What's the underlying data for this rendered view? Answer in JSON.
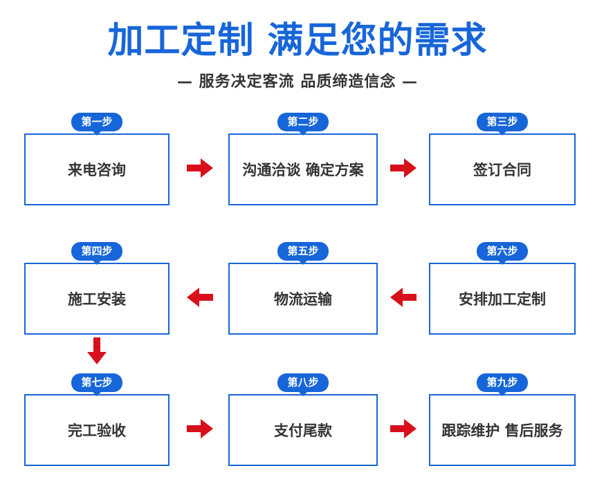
{
  "header": {
    "title": "加工定制 满足您的需求",
    "subtitle": "— 服务决定客流 品质缔造信念 —"
  },
  "colors": {
    "primary_blue": "#1766d9",
    "arrow_red": "#d8101c",
    "text_dark": "#333333",
    "background": "#ffffff"
  },
  "steps": [
    {
      "badge": "第一步",
      "label": "来电咨询"
    },
    {
      "badge": "第二步",
      "label": "沟通洽谈 确定方案"
    },
    {
      "badge": "第三步",
      "label": "签订合同"
    },
    {
      "badge": "第四步",
      "label": "施工安装"
    },
    {
      "badge": "第五步",
      "label": "物流运输"
    },
    {
      "badge": "第六步",
      "label": "安排加工定制"
    },
    {
      "badge": "第七步",
      "label": "完工验收"
    },
    {
      "badge": "第八步",
      "label": "支付尾款"
    },
    {
      "badge": "第九步",
      "label": "跟踪维护 售后服务"
    }
  ],
  "connections": [
    {
      "from": 1,
      "to": 2,
      "direction": "right"
    },
    {
      "from": 2,
      "to": 3,
      "direction": "right"
    },
    {
      "from": 6,
      "to": 5,
      "direction": "left"
    },
    {
      "from": 5,
      "to": 4,
      "direction": "left"
    },
    {
      "from": 4,
      "to": 7,
      "direction": "down"
    },
    {
      "from": 7,
      "to": 8,
      "direction": "right"
    },
    {
      "from": 8,
      "to": 9,
      "direction": "right"
    }
  ]
}
